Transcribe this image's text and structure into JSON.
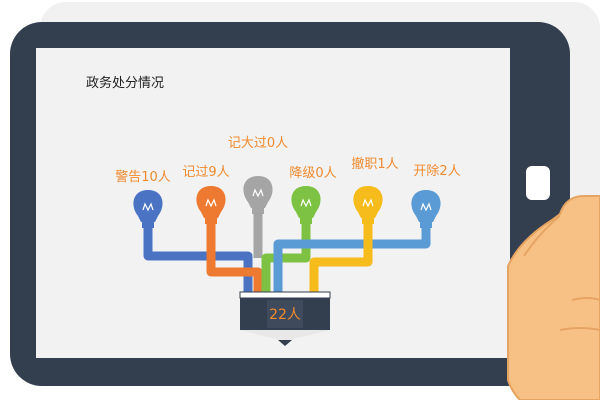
{
  "slide": {
    "title": "政务处分情况",
    "total": "22人"
  },
  "colors": {
    "frame": "#333e4f",
    "screen": "#f2f2f2",
    "label": "#f08a2e",
    "hand": "#f7c185"
  },
  "bulbs": [
    {
      "label": "警告10人",
      "color": "#4a73c3",
      "icon": "lightbulb-icon"
    },
    {
      "label": "记过9人",
      "color": "#ee7a31",
      "icon": "lightbulb-icon"
    },
    {
      "label": "记大过0人",
      "color": "#a5a5a5",
      "icon": "lightbulb-icon"
    },
    {
      "label": "降级0人",
      "color": "#7dc242",
      "icon": "lightbulb-icon"
    },
    {
      "label": "撤职1人",
      "color": "#f6bc1b",
      "icon": "lightbulb-icon"
    },
    {
      "label": "开除2人",
      "color": "#5a9bd5",
      "icon": "lightbulb-icon"
    }
  ]
}
